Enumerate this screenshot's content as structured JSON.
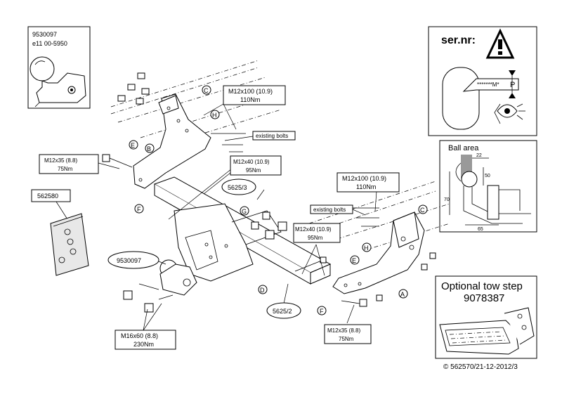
{
  "ball_box": {
    "part_no": "9530097",
    "approval": "e11 00-5950"
  },
  "warning": {
    "label": "ser.nr:",
    "stars": "*******M*",
    "p_mark": "P"
  },
  "ball_area": {
    "title": "Ball area",
    "dim_22": "22",
    "dim_50": "50",
    "dim_70": "70",
    "dim_65": "65"
  },
  "tow_step": {
    "title": "Optional tow step",
    "part_no": "9078387"
  },
  "kit_ref": "562580",
  "bolts": {
    "top_m12x100": {
      "size": "M12x100 (10.9)",
      "torque": "110Nm"
    },
    "right_m12x100": {
      "size": "M12x100 (10.9)",
      "torque": "110Nm"
    },
    "left_m12x35": {
      "size": "M12x35 (8.8)",
      "torque": "75Nm"
    },
    "bottom_m12x35": {
      "size": "M12x35 (8.8)",
      "torque": "75Nm"
    },
    "upper_m12x40": {
      "size": "M12x40 (10.9)",
      "torque": "95Nm"
    },
    "mid_m12x40": {
      "size": "M12x40 (10.9)",
      "torque": "95Nm"
    },
    "m16x60": {
      "size": "M16x60 (8.8)",
      "torque": "230Nm"
    }
  },
  "existing_bolts": "existing bolts",
  "ovals": {
    "ball": "9530097",
    "bar_top": "5625/3",
    "bar_bottom": "5625/2"
  },
  "letters": {
    "A": "A",
    "B": "B",
    "C": "C",
    "D": "D",
    "E": "E",
    "F": "F",
    "G": "G",
    "H": "H"
  },
  "copyright": "© 562570/21-12-2012/3"
}
